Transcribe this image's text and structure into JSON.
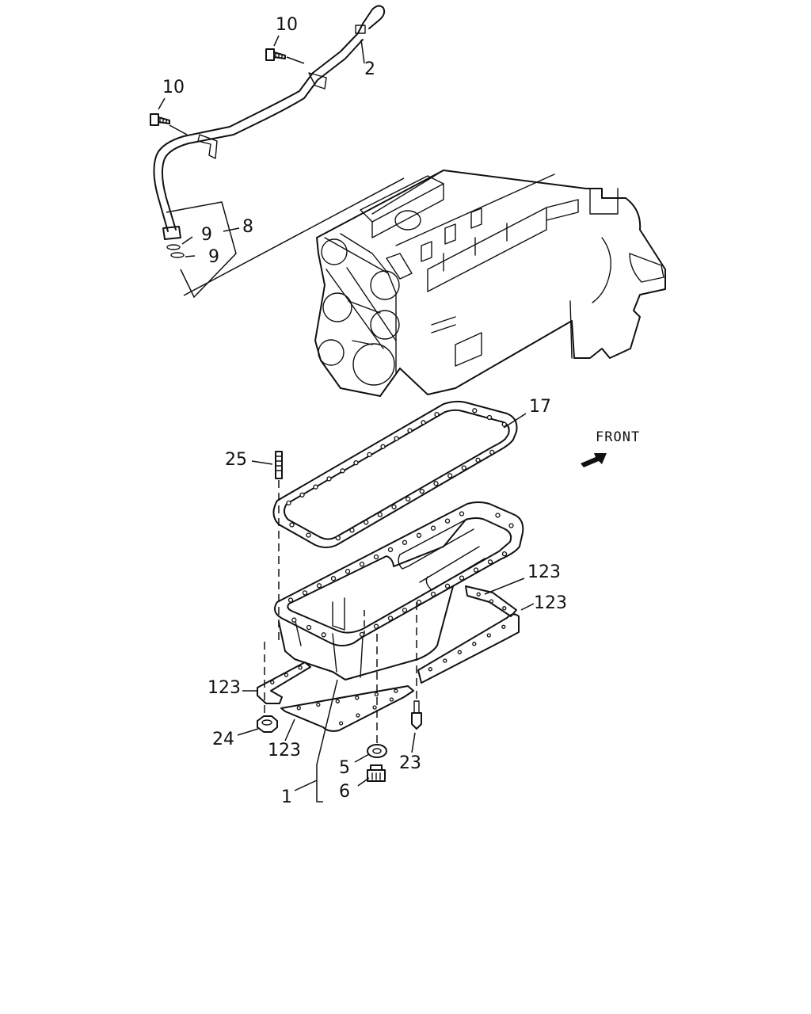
{
  "callouts": [
    {
      "key": "c10a",
      "text": "10"
    },
    {
      "key": "c2",
      "text": "2"
    },
    {
      "key": "c10b",
      "text": "10"
    },
    {
      "key": "c9a",
      "text": "9"
    },
    {
      "key": "c8",
      "text": "8"
    },
    {
      "key": "c9b",
      "text": "9"
    },
    {
      "key": "c17",
      "text": "17"
    },
    {
      "key": "c25",
      "text": "25"
    },
    {
      "key": "c123a",
      "text": "123"
    },
    {
      "key": "c123b",
      "text": "123"
    },
    {
      "key": "c123c",
      "text": "123"
    },
    {
      "key": "c123d",
      "text": "123"
    },
    {
      "key": "c24",
      "text": "24"
    },
    {
      "key": "c5",
      "text": "5"
    },
    {
      "key": "c23",
      "text": "23"
    },
    {
      "key": "c1",
      "text": "1"
    },
    {
      "key": "c6",
      "text": "6"
    }
  ],
  "front_label": "FRONT",
  "colors": {
    "line": "#111111",
    "background": "#ffffff"
  }
}
